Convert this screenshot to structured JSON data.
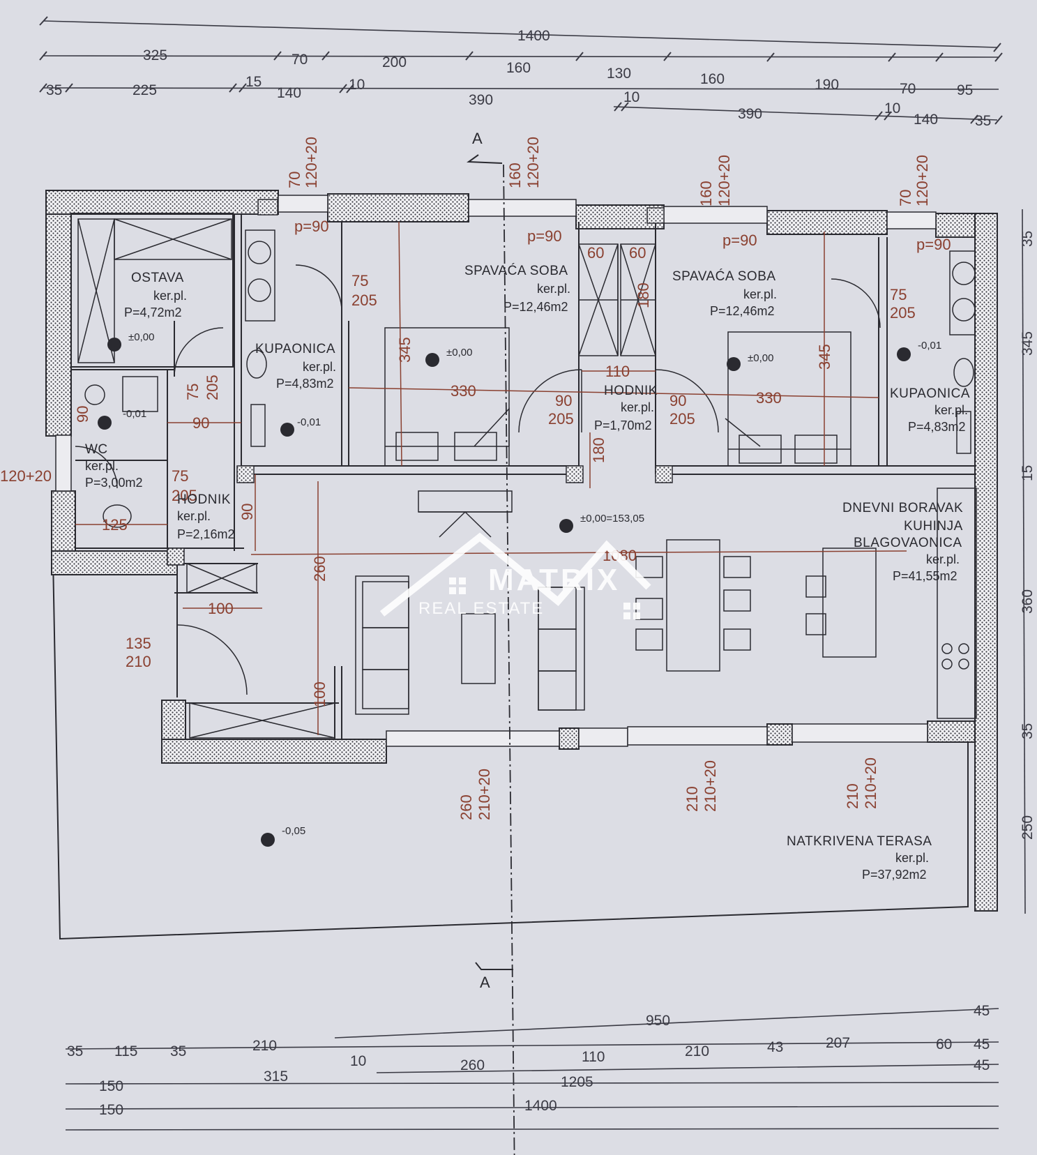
{
  "colors": {
    "paper": "#dcdde4",
    "ink": "#2a2a30",
    "dimension": "#8a4030",
    "watermark": "#ffffff"
  },
  "section_marker": "A",
  "rooms": {
    "ostava": {
      "name": "OSTAVA",
      "floor": "ker.pl.",
      "area": "P=4,72m2",
      "level": "±0,00"
    },
    "kupaonica_1": {
      "name": "KUPAONICA",
      "floor": "ker.pl.",
      "area": "P=4,83m2",
      "level": "-0,01"
    },
    "spavaca_1": {
      "name": "SPAVAĆA SOBA",
      "floor": "ker.pl.",
      "area": "P=12,46m2",
      "level": "±0,00"
    },
    "spavaca_2": {
      "name": "SPAVAĆA SOBA",
      "floor": "ker.pl.",
      "area": "P=12,46m2",
      "level": "±0,00"
    },
    "kupaonica_2": {
      "name": "KUPAONICA",
      "floor": "ker.pl.",
      "area": "P=4,83m2",
      "level": "-0,01"
    },
    "wc": {
      "name": "WC",
      "floor": "ker.pl.",
      "area": "P=3,00m2",
      "level": "-0,01"
    },
    "hodnik_1": {
      "name": "HODNIK",
      "floor": "ker.pl.",
      "area": "P=2,16m2"
    },
    "hodnik_2": {
      "name": "HODNIK",
      "floor": "ker.pl.",
      "area": "P=1,70m2"
    },
    "dnevni": {
      "name_1": "DNEVNI BORAVAK",
      "name_2": "KUHINJA",
      "name_3": "BLAGOVAONICA",
      "floor": "ker.pl.",
      "area": "P=41,55m2",
      "level": "±0,00=153,05"
    },
    "terasa": {
      "name": "NATKRIVENA TERASA",
      "floor": "ker.pl.",
      "area": "P=37,92m2",
      "level": "-0,05"
    }
  },
  "dims_top": {
    "row1": [
      "1400"
    ],
    "row2": [
      "325",
      "70",
      "200",
      "160",
      "130",
      "160",
      "190",
      "70",
      "95"
    ],
    "row3": [
      "35",
      "225",
      "15",
      "140",
      "10",
      "390",
      "10"
    ],
    "row4": [
      "390",
      "10",
      "140",
      "35"
    ]
  },
  "dims_bottom": {
    "row1": [
      "950",
      "45"
    ],
    "row2": [
      "35",
      "115",
      "35",
      "210",
      "10",
      "43",
      "207",
      "60",
      "45"
    ],
    "row3": [
      "260",
      "110",
      "210"
    ],
    "row4": [
      "150",
      "315",
      "1205",
      "45"
    ],
    "row5": [
      "150",
      "1400"
    ]
  },
  "dims_right": [
    "35",
    "345",
    "15",
    "360",
    "35",
    "250"
  ],
  "dims_inner": {
    "window_wc": "120+20",
    "win1": [
      "70",
      "120+20"
    ],
    "win2": [
      "160",
      "120+20"
    ],
    "win3": [
      "160",
      "120+20"
    ],
    "win4": [
      "70",
      "120+20"
    ],
    "parapet": "p=90",
    "door_75_205": [
      "75",
      "205"
    ],
    "door_90_205": [
      "90",
      "205"
    ],
    "door_135_210": [
      "135",
      "210"
    ],
    "bed_345": "345",
    "bed_330": "330",
    "w60": "60",
    "h180": "180",
    "w110": "110",
    "w90": "90",
    "w125": "125",
    "w100": "100",
    "h260": "260",
    "h100": "100",
    "wc_90": "90",
    "l1080": "1080",
    "dw1": [
      "260",
      "210+20"
    ],
    "dw2": [
      "210",
      "210+20"
    ],
    "dw3": [
      "210",
      "210+20"
    ]
  },
  "watermark": {
    "brand": "MATRIX",
    "sub": "REAL ESTATE"
  }
}
